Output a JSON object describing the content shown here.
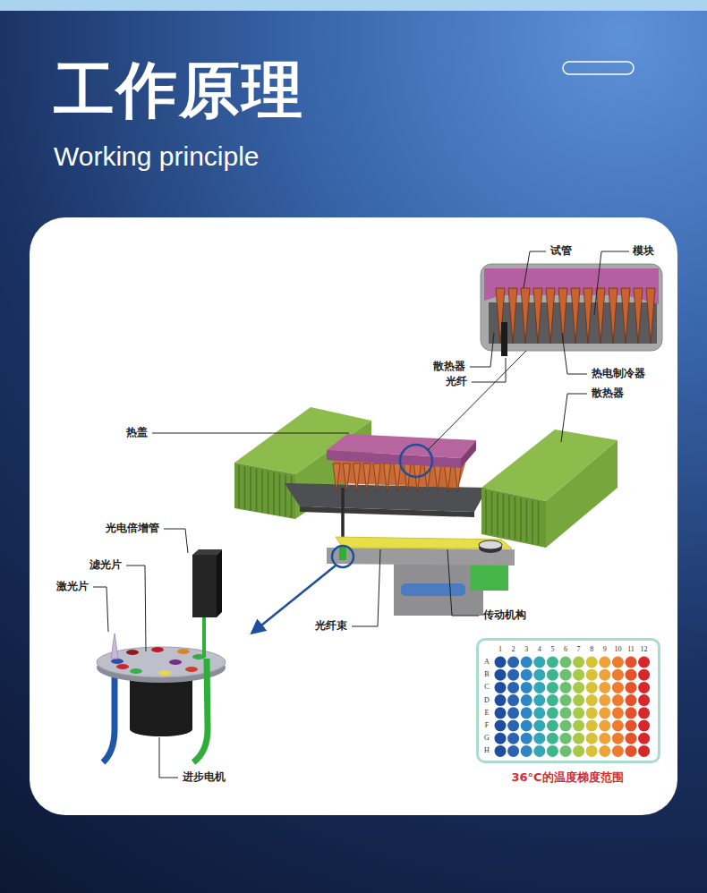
{
  "diagram": {
    "title": "工作原理",
    "nodes": [
      {
        "text": [
          "1",
          "2",
          "3",
          "4",
          "5",
          "6",
          "7",
          "8",
          "9",
          "10",
          "11",
          "12",
          "A",
          "B",
          "C",
          "D",
          "E",
          "F",
          "G",
          "H"
        ]
      }
    ],
    "labels": [
      "Working principle",
      "试管",
      "模块",
      "散热器",
      "光纤",
      "热电制冷器",
      "散热器",
      "热盖",
      "光电倍增管",
      "滤光片",
      "激光片",
      "光纤束",
      "传动机构",
      "进步电机",
      "36°C的温度梯度范围"
    ]
  }
}
